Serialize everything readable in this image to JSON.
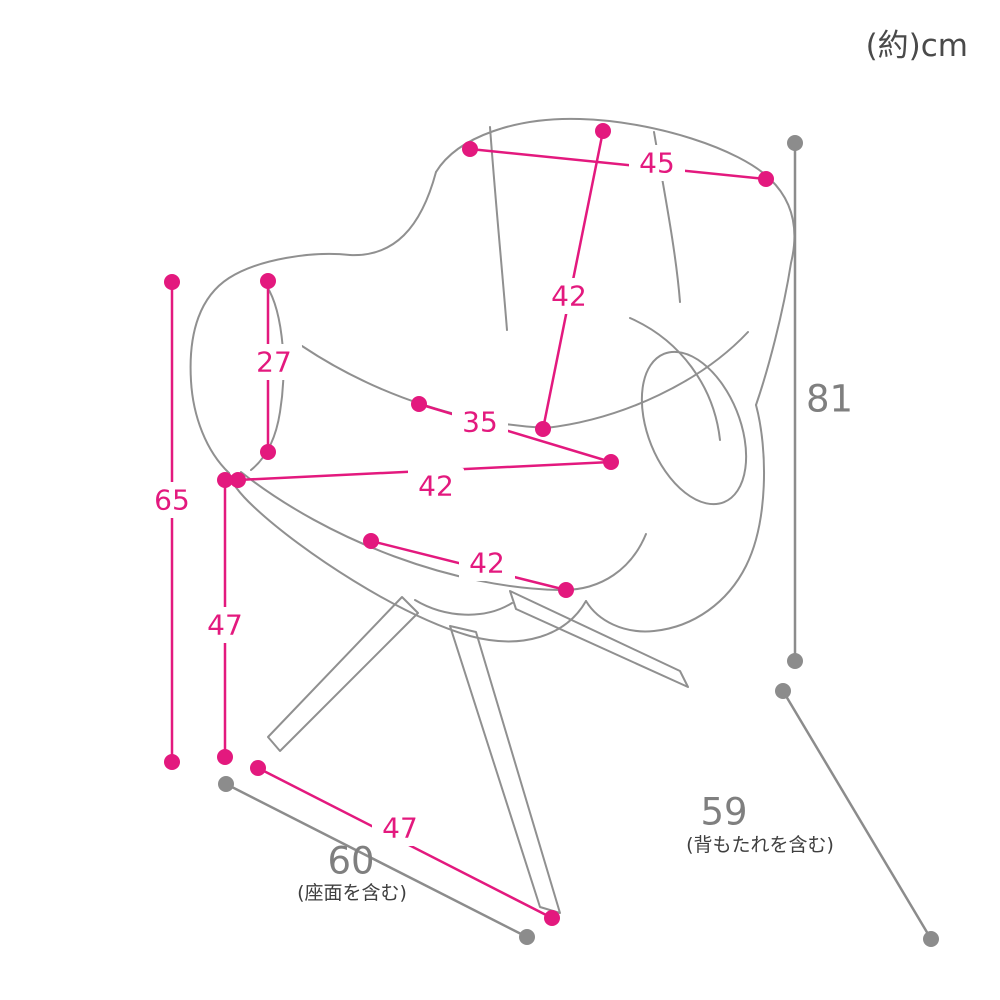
{
  "unit_note": "(約)cm",
  "colors": {
    "accent_pink": "#e3197e",
    "measure_gray": "#8c8c8c",
    "chair_outline": "#909090",
    "note_text": "#3f3f3f"
  },
  "measurements": {
    "back_width": {
      "value": "45"
    },
    "back_height": {
      "value": "42"
    },
    "arm_inner_height": {
      "value": "27"
    },
    "seat_inner_width": {
      "value": "35"
    },
    "seat_width": {
      "value": "42"
    },
    "seat_depth": {
      "value": "42"
    },
    "arm_floor_height": {
      "value": "65"
    },
    "seat_height": {
      "value": "47"
    },
    "base_width": {
      "value": "47"
    },
    "total_height": {
      "value": "81"
    },
    "total_depth": {
      "value": "59",
      "note": "(背もたれを含む)"
    },
    "total_width": {
      "value": "60",
      "note": "(座面を含む)"
    }
  }
}
